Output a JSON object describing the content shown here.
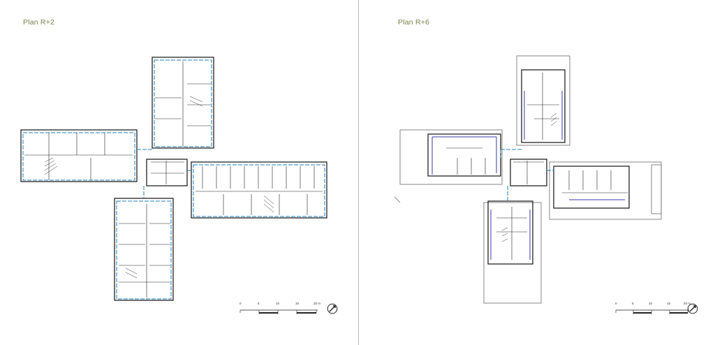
{
  "plans": [
    {
      "title": "Plan R+2",
      "scale_labels": [
        "0",
        "5",
        "10",
        "15",
        "20 m"
      ]
    },
    {
      "title": "Plan R+6",
      "scale_labels": [
        "0",
        "5",
        "10",
        "15",
        "20 m"
      ]
    }
  ],
  "colors": {
    "title": "#7a7f4a",
    "wall": "#111111",
    "facade_blue": "#1f7fc2",
    "outline_gray": "#6a6a6a",
    "divider": "#b8b8b8"
  },
  "icons": [
    "north-arrow-icon"
  ]
}
